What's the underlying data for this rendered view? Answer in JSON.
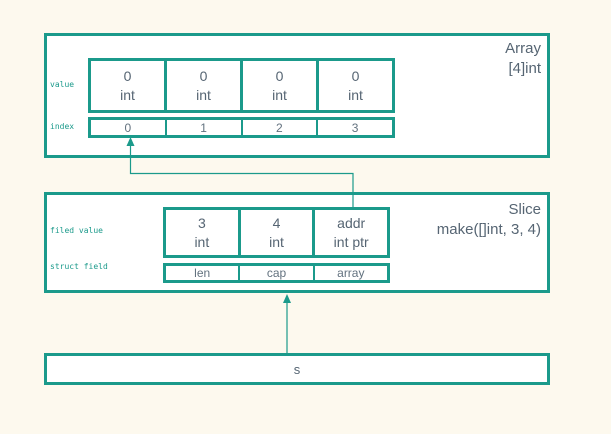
{
  "colors": {
    "accent": "#1b9a8b",
    "background": "#fdf9ee",
    "box_background": "#ffffff",
    "text": "#566573",
    "muted_text": "#63727f"
  },
  "array_box": {
    "title_line1": "Array",
    "title_line2": "[4]int",
    "value_label": "value",
    "index_label": "index",
    "cells": [
      {
        "value": "0",
        "type": "int"
      },
      {
        "value": "0",
        "type": "int"
      },
      {
        "value": "0",
        "type": "int"
      },
      {
        "value": "0",
        "type": "int"
      }
    ],
    "indices": [
      "0",
      "1",
      "2",
      "3"
    ]
  },
  "slice_box": {
    "title_line1": "Slice",
    "title_line2": "make([]int, 3, 4)",
    "field_value_label": "filed value",
    "struct_field_label": "struct field",
    "cells": [
      {
        "value": "3",
        "type": "int"
      },
      {
        "value": "4",
        "type": "int"
      },
      {
        "value": "addr",
        "type": "int ptr"
      }
    ],
    "struct_fields": [
      "len",
      "cap",
      "array"
    ]
  },
  "variable_box": {
    "label": "s"
  }
}
